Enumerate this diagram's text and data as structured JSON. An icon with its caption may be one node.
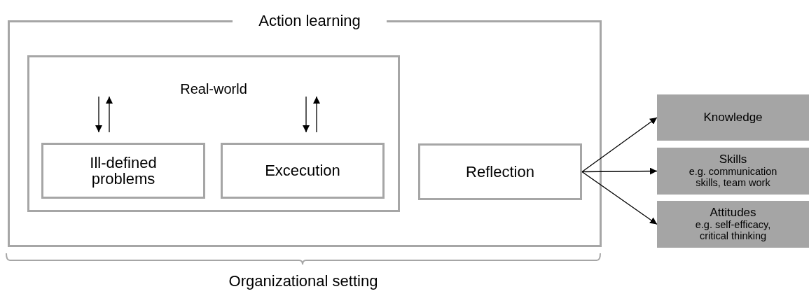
{
  "diagram": {
    "nodes": [
      {
        "text": [
          "Action learning"
        ]
      },
      {
        "text": [
          "Real-world"
        ],
        "in": 0
      },
      {
        "text": [
          "Ill-defined problems"
        ],
        "in": 1
      },
      {
        "text": [
          "Excecution"
        ],
        "in": 1
      },
      {
        "text": [
          "Reflection"
        ],
        "in": 0
      },
      {
        "text": [
          "Knowledge"
        ]
      },
      {
        "text": [
          "Skills",
          "e.g. communication skills, team work"
        ]
      },
      {
        "text": [
          "Attitudes",
          "e.g. self-efficacy, critical thinking"
        ]
      }
    ],
    "edges": [
      {
        "from": 1,
        "to": 2,
        "arrow": "to"
      },
      {
        "from": 2,
        "to": 1,
        "arrow": "to"
      },
      {
        "from": 1,
        "to": 3,
        "arrow": "to"
      },
      {
        "from": 3,
        "to": 1,
        "arrow": "to"
      },
      {
        "from": 4,
        "to": 5,
        "arrow": "to"
      },
      {
        "from": 4,
        "to": 6,
        "arrow": "to"
      },
      {
        "from": 4,
        "to": 7,
        "arrow": "to"
      }
    ],
    "labels": [
      "Organizational setting"
    ]
  }
}
